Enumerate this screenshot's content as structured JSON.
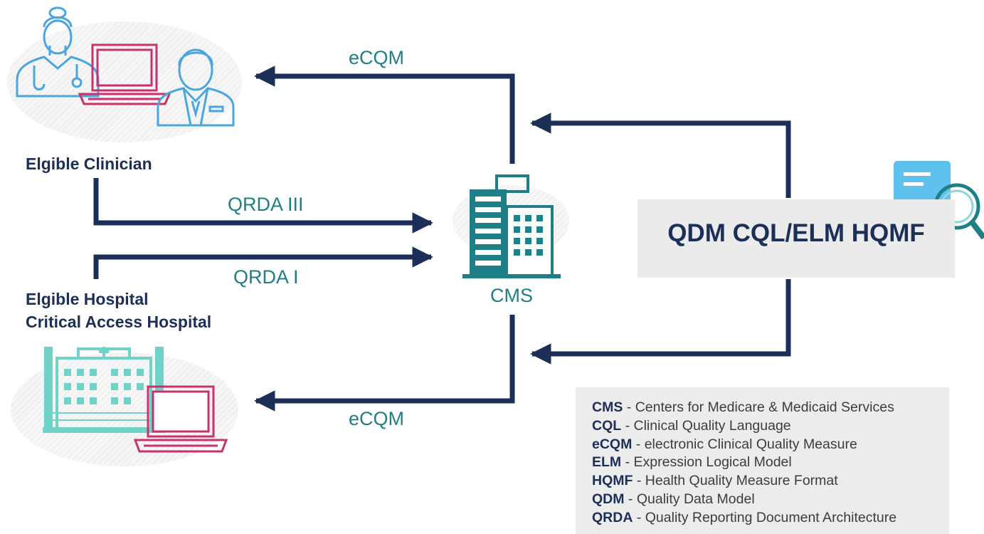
{
  "actors": {
    "clinician": "Elgible Clinician",
    "hospital_line1": "Elgible Hospital",
    "hospital_line2": "Critical Access Hospital"
  },
  "flows": {
    "ecqm_top": "eCQM",
    "qrda_iii": "QRDA III",
    "qrda_i": "QRDA I",
    "ecqm_bottom": "eCQM"
  },
  "cms_label": "CMS",
  "standards_label": "QDM CQL/ELM HQMF",
  "legend": [
    {
      "abbr": "CMS",
      "sep": " - ",
      "desc": "Centers for Medicare & Medicaid Services"
    },
    {
      "abbr": "CQL",
      "sep": " - ",
      "desc": "Clinical Quality Language"
    },
    {
      "abbr": "eCQM",
      "sep": " - ",
      "desc": "electronic Clinical Quality Measure"
    },
    {
      "abbr": "ELM",
      "sep": " - ",
      "desc": "Expression Logical Model"
    },
    {
      "abbr": "HQMF",
      "sep": " - ",
      "desc": "Health Quality Measure Format"
    },
    {
      "abbr": "QDM",
      "sep": " - ",
      "desc": "Quality Data Model"
    },
    {
      "abbr": "QRDA",
      "sep": " - ",
      "desc": "Quality Reporting Document Architecture"
    }
  ],
  "colors": {
    "navy": "#1b2f57",
    "teal": "#1f7f86",
    "mint": "#6fd3c8",
    "pink": "#c8336e",
    "light_blue": "#4aa6dd"
  }
}
